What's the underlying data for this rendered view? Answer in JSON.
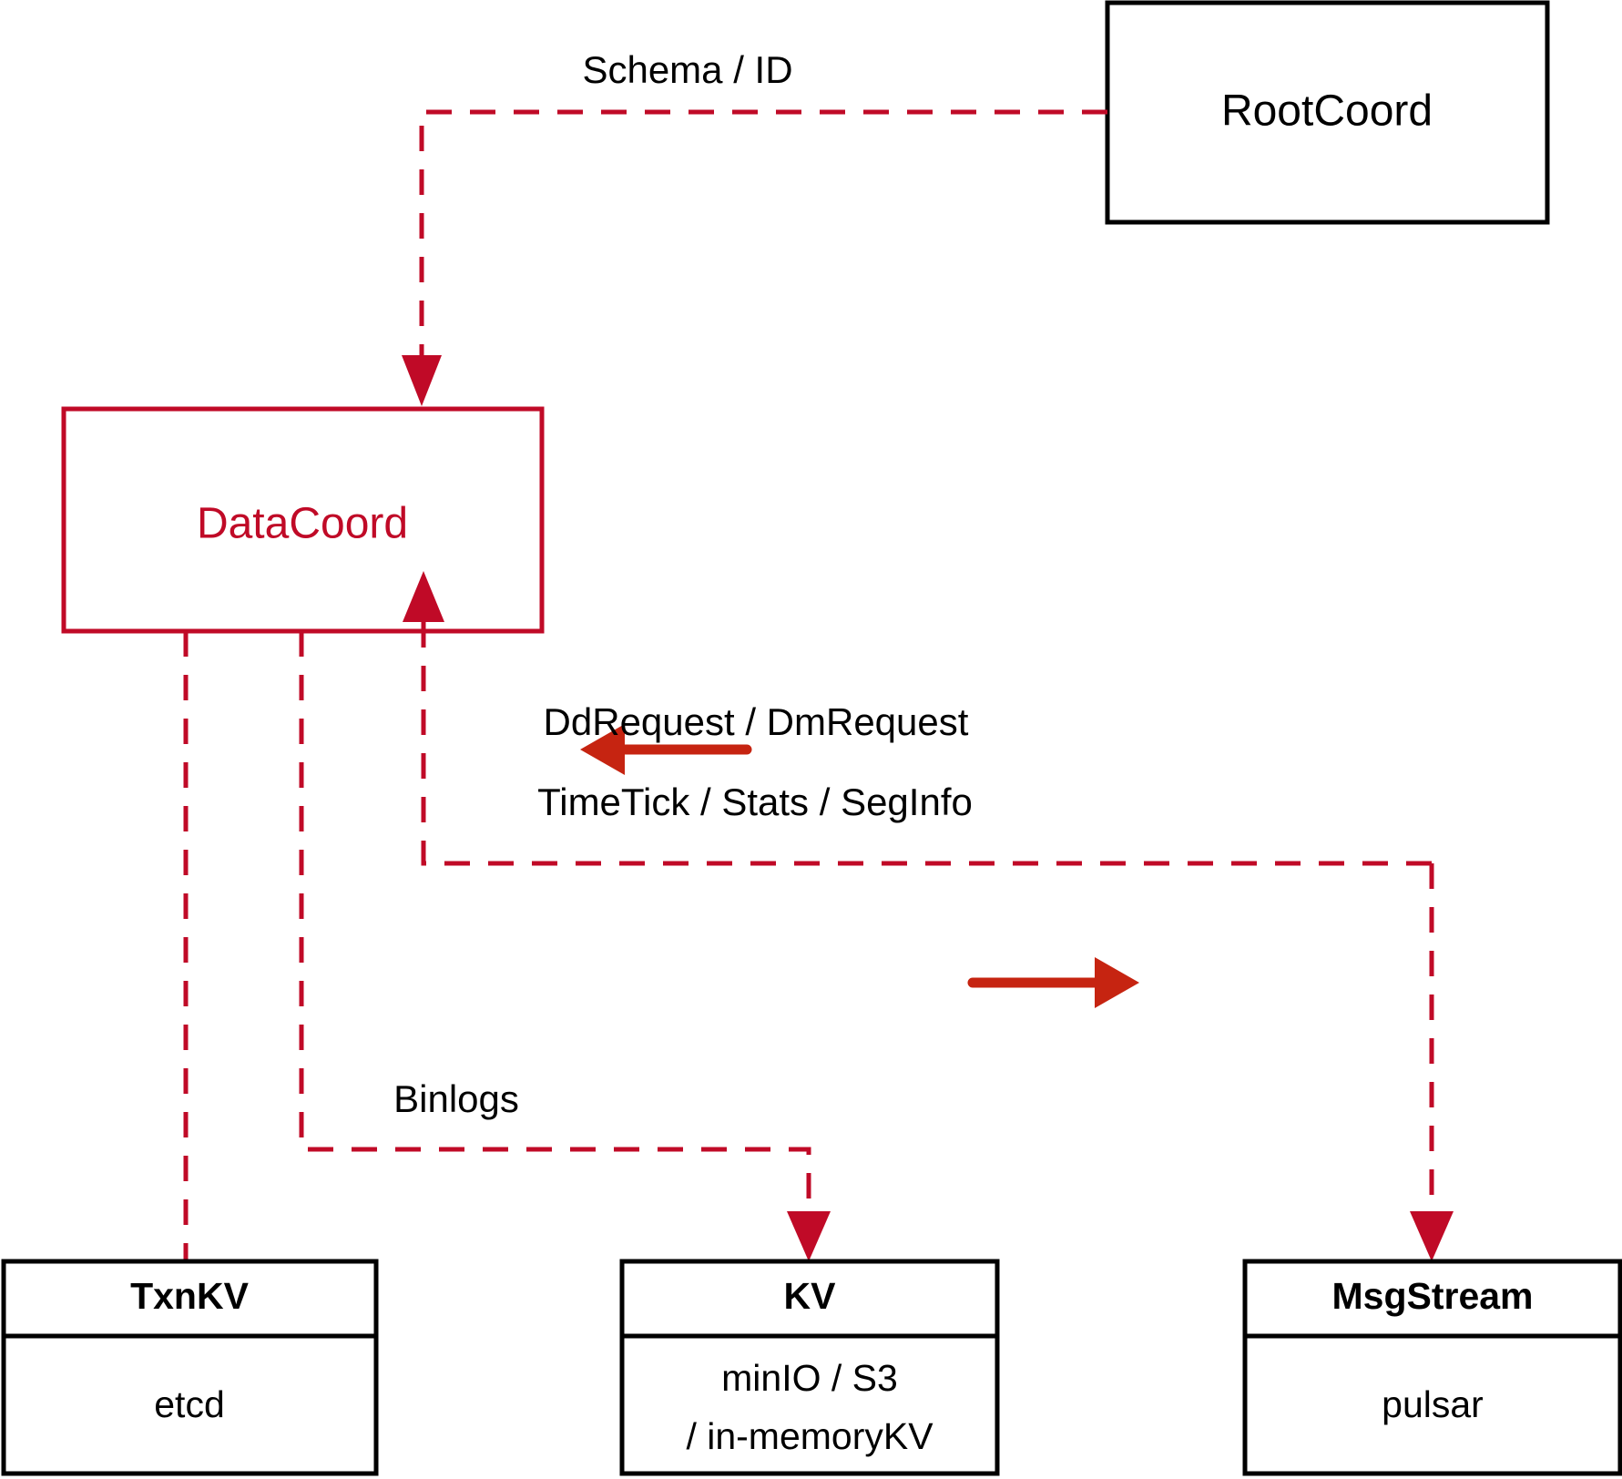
{
  "diagram": {
    "title": "DataCoord architecture",
    "colors": {
      "accent_dark_red": "#C00A27",
      "accent_bright_red": "#C62411",
      "box_stroke": "#000000",
      "background": "#FFFFFF"
    },
    "nodes": {
      "root_coord": {
        "label": "RootCoord"
      },
      "data_coord": {
        "label": "DataCoord"
      },
      "txn_kv": {
        "title": "TxnKV",
        "sub": "etcd"
      },
      "kv": {
        "title": "KV",
        "sub_line1": "minIO / S3",
        "sub_line2": "/ in-memoryKV"
      },
      "msg_stream": {
        "title": "MsgStream",
        "sub": "pulsar"
      }
    },
    "edge_labels": {
      "schema_id": "Schema / ID",
      "dd_dm_request": "DdRequest / DmRequest",
      "timetick_stats_seginfo": "TimeTick / Stats / SegInfo",
      "binlogs": "Binlogs"
    }
  }
}
